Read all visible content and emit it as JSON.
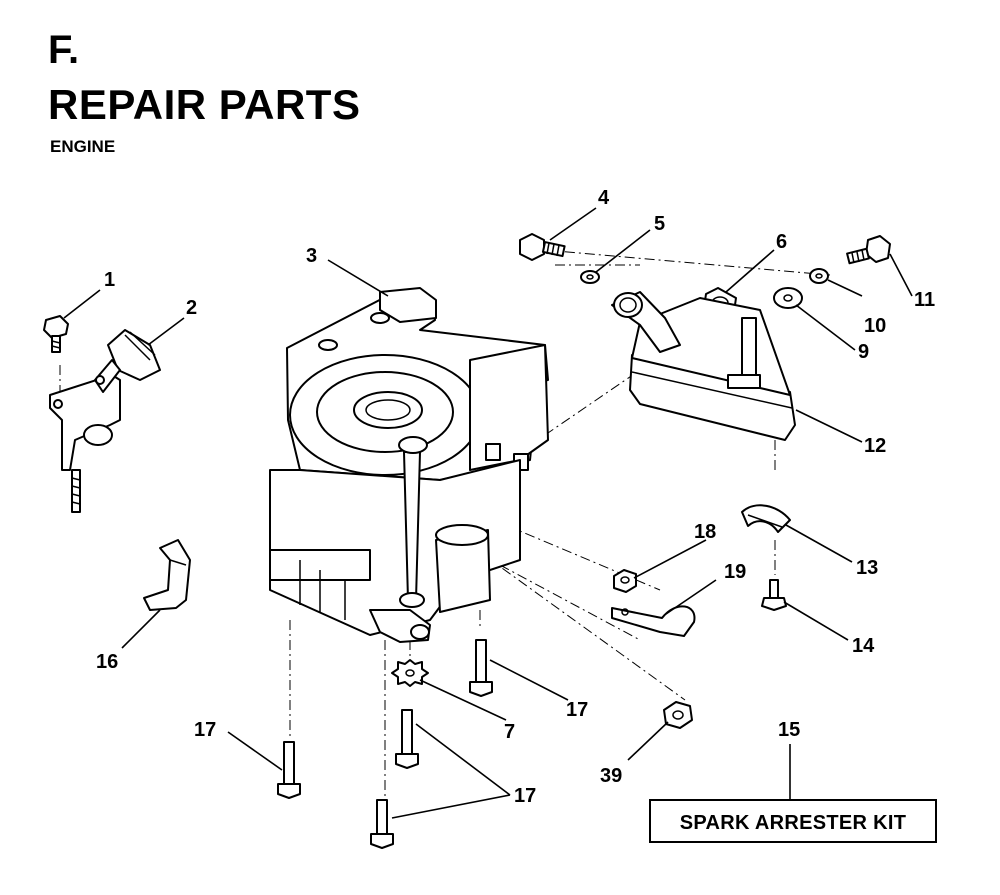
{
  "header": {
    "section_letter": "F.",
    "title": "REPAIR PARTS",
    "subtitle": "ENGINE"
  },
  "callouts": {
    "c1": "1",
    "c2": "2",
    "c3": "3",
    "c4": "4",
    "c5": "5",
    "c6": "6",
    "c7": "7",
    "c9": "9",
    "c10": "10",
    "c11": "11",
    "c12": "12",
    "c13": "13",
    "c14": "14",
    "c15": "15",
    "c16": "16",
    "c17a": "17",
    "c17b": "17",
    "c17c": "17",
    "c18": "18",
    "c19": "19",
    "c39": "39"
  },
  "kit_box": {
    "label": "SPARK ARRESTER KIT"
  }
}
